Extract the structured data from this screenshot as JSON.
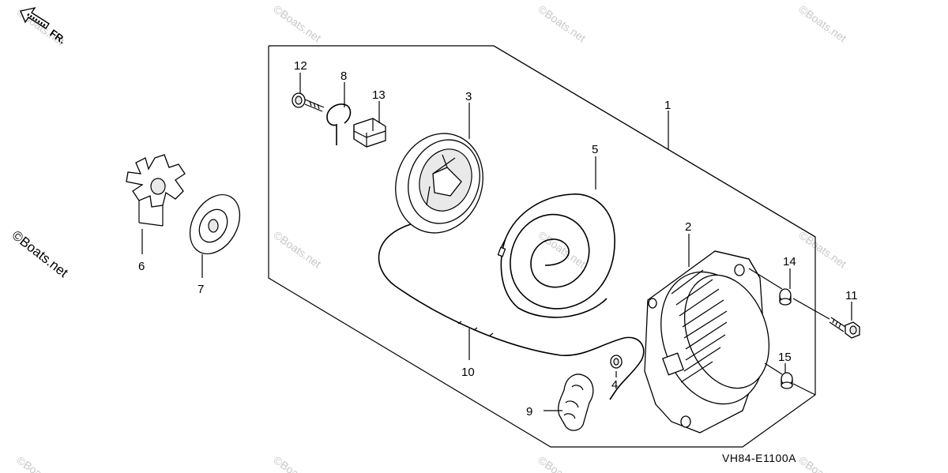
{
  "direction_indicator": {
    "label": "FR."
  },
  "diagram_code": "VH84-E1100A",
  "watermark_text": "©Boats.net",
  "callouts": [
    {
      "id": "callout-1",
      "label": "1"
    },
    {
      "id": "callout-2",
      "label": "2"
    },
    {
      "id": "callout-3",
      "label": "3"
    },
    {
      "id": "callout-4",
      "label": "4"
    },
    {
      "id": "callout-5",
      "label": "5"
    },
    {
      "id": "callout-6",
      "label": "6"
    },
    {
      "id": "callout-7",
      "label": "7"
    },
    {
      "id": "callout-8",
      "label": "8"
    },
    {
      "id": "callout-9",
      "label": "9"
    },
    {
      "id": "callout-10",
      "label": "10"
    },
    {
      "id": "callout-11",
      "label": "11"
    },
    {
      "id": "callout-12",
      "label": "12"
    },
    {
      "id": "callout-13",
      "label": "13"
    },
    {
      "id": "callout-14",
      "label": "14"
    },
    {
      "id": "callout-15",
      "label": "15"
    }
  ]
}
